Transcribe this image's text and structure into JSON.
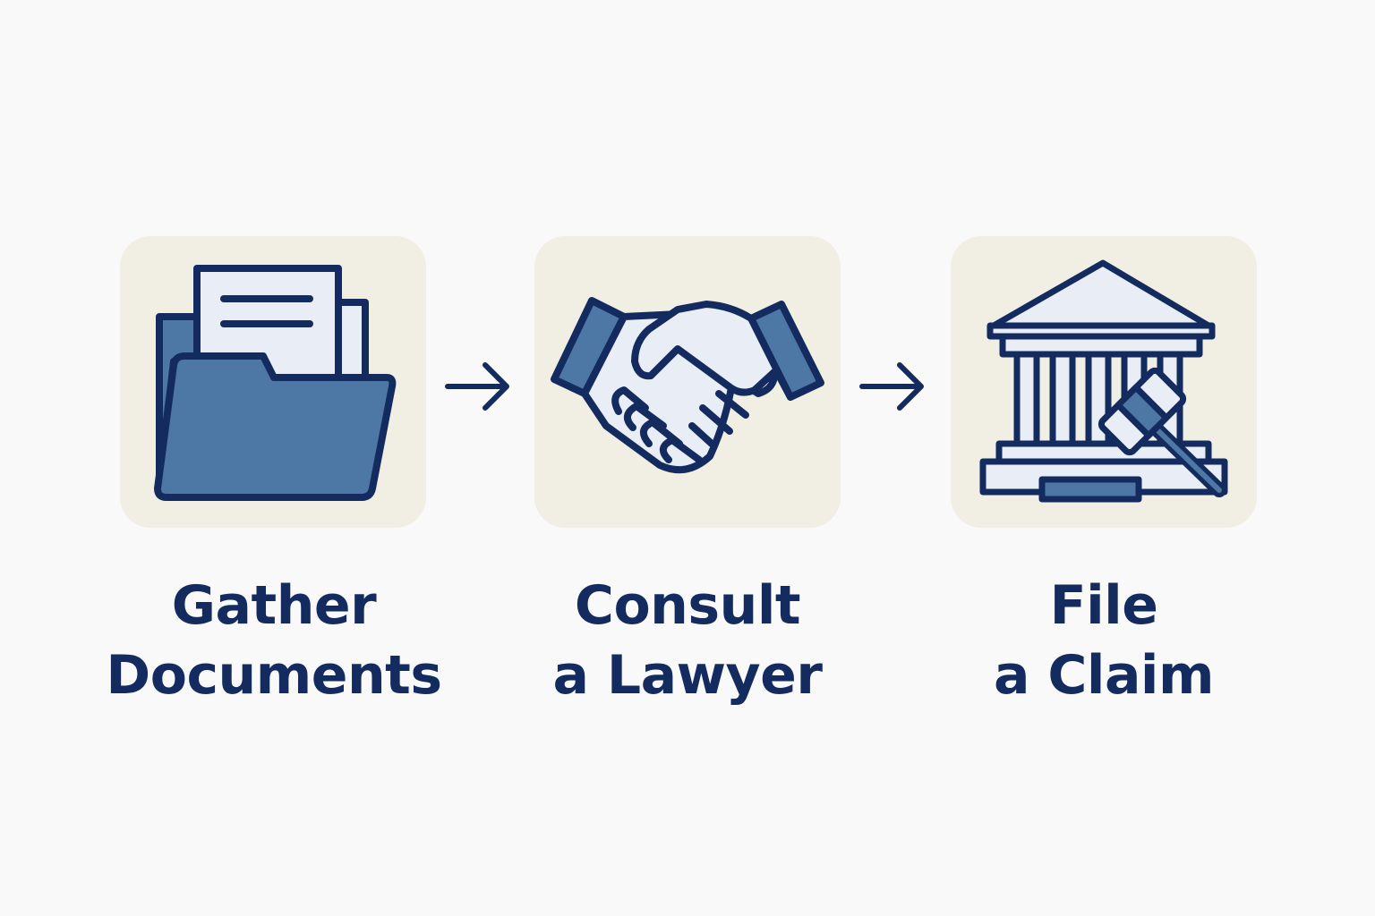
{
  "colors": {
    "background": "#f9f9f9",
    "tile": "#f1efe4",
    "navy": "#132b5e",
    "blue_fill": "#4d77a5",
    "pale_fill": "#e9edf5"
  },
  "steps": [
    {
      "icon": "folder-with-documents-icon",
      "line1": "Gather",
      "line2": "Documents"
    },
    {
      "icon": "handshake-icon",
      "line1": "Consult",
      "line2": "a Lawyer"
    },
    {
      "icon": "courthouse-gavel-icon",
      "line1": "File",
      "line2": "a Claim"
    }
  ],
  "connectors": [
    {
      "icon": "arrow-right-icon"
    },
    {
      "icon": "arrow-right-icon"
    }
  ]
}
